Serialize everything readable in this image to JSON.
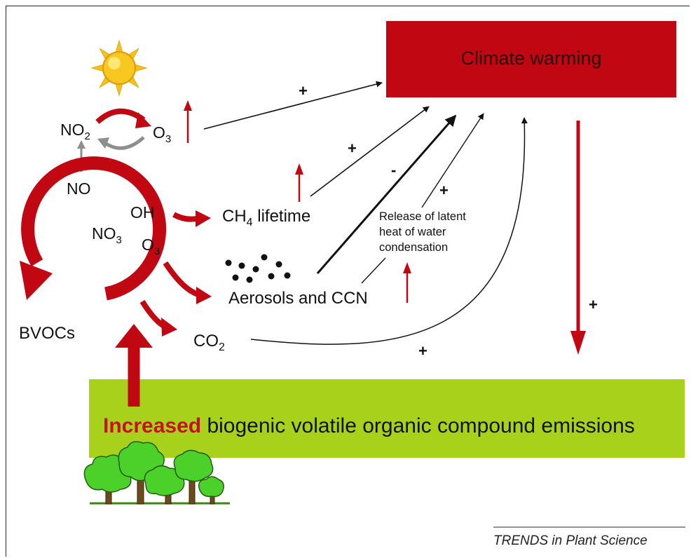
{
  "climate_box": {
    "label": "Climate warming",
    "color": "#c10712"
  },
  "emissions_box": {
    "emphasis": "Increased",
    "label": "biogenic volatile organic compound emissions",
    "color": "#a8d11c"
  },
  "cycle": {
    "bvocs": "BVOCs",
    "oxidants": {
      "oh": "OH",
      "no3": "NO",
      "no3_sub": "3",
      "o3": "O",
      "o3_sub": "3"
    },
    "no": "NO",
    "no2": "NO",
    "no2_sub": "2",
    "ozone": "O",
    "ozone_sub": "3"
  },
  "products": {
    "ch4": "CH",
    "ch4_sub": "4",
    "ch4_rest": " lifetime",
    "aerosols": "Aerosols and CCN",
    "co2": "CO",
    "co2_sub": "2"
  },
  "latent_heat": {
    "line1": "Release of latent",
    "line2": "heat of water",
    "line3": "condensation"
  },
  "signs": {
    "ozone_to_warming": "+",
    "ch4_to_warming": "+",
    "aerosols_to_warming": "-",
    "latent_to_warming": "+",
    "co2_to_warming": "+",
    "warming_to_emissions": "+"
  },
  "credit": "TRENDS in Plant Science",
  "colors": {
    "arrow_red": "#c10712",
    "arrow_gray": "#8e8e8e",
    "sun": "#f6c21a"
  }
}
